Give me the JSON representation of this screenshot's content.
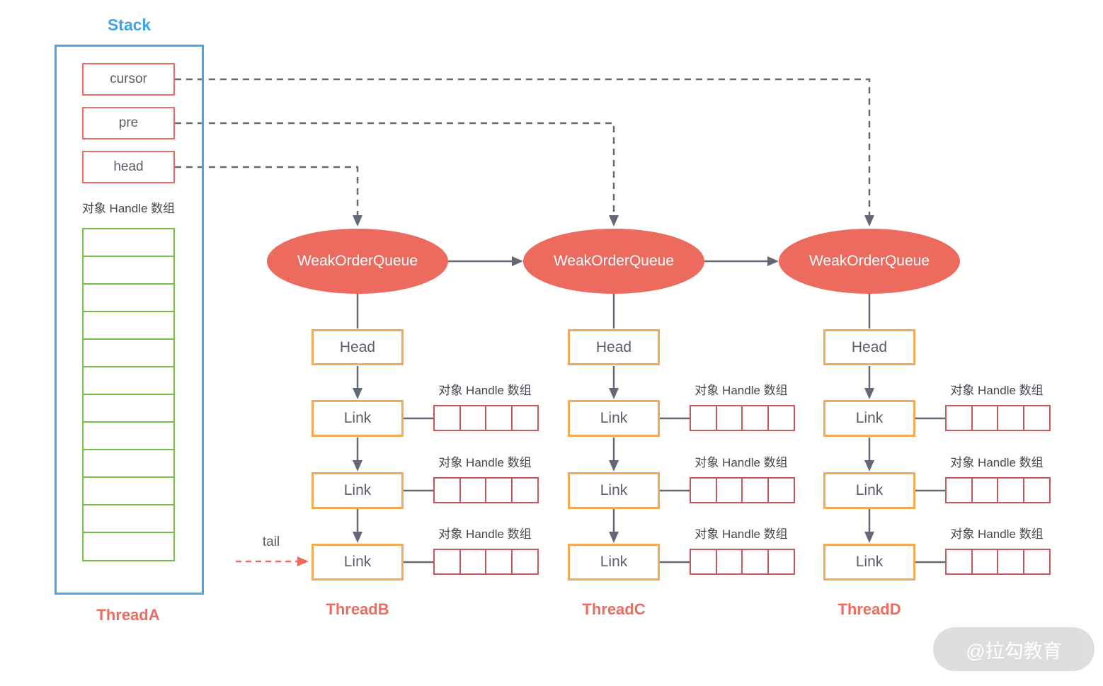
{
  "stack": {
    "title": "Stack",
    "pointers": [
      {
        "label": "cursor"
      },
      {
        "label": "pre"
      },
      {
        "label": "head"
      }
    ],
    "array_label": "对象 Handle 数组",
    "array_cell_count": 12,
    "thread_label": "ThreadA"
  },
  "tail_label": "tail",
  "threads": [
    {
      "name": "ThreadB",
      "queue_label": "WeakOrderQueue",
      "head_label": "Head",
      "links": [
        {
          "label": "Link",
          "array_label": "对象 Handle 数组",
          "cells": 4
        },
        {
          "label": "Link",
          "array_label": "对象 Handle 数组",
          "cells": 4
        },
        {
          "label": "Link",
          "array_label": "对象 Handle 数组",
          "cells": 4
        }
      ]
    },
    {
      "name": "ThreadC",
      "queue_label": "WeakOrderQueue",
      "head_label": "Head",
      "links": [
        {
          "label": "Link",
          "array_label": "对象 Handle 数组",
          "cells": 4
        },
        {
          "label": "Link",
          "array_label": "对象 Handle 数组",
          "cells": 4
        },
        {
          "label": "Link",
          "array_label": "对象 Handle 数组",
          "cells": 4
        }
      ]
    },
    {
      "name": "ThreadD",
      "queue_label": "WeakOrderQueue",
      "head_label": "Head",
      "links": [
        {
          "label": "Link",
          "array_label": "对象 Handle 数组",
          "cells": 4
        },
        {
          "label": "Link",
          "array_label": "对象 Handle 数组",
          "cells": 4
        },
        {
          "label": "Link",
          "array_label": "对象 Handle 数组",
          "cells": 4
        }
      ]
    }
  ],
  "watermark": "@拉勾教育",
  "colors": {
    "stack_blue": "#4BA7E0",
    "title_blue": "#3FA3E8",
    "salmon": "#EE6B5F",
    "ellipse_fill": "#ED6A5E",
    "orange_border": "#F6A954",
    "green_border": "#76C143",
    "handle_array_border": "#C5585E",
    "connector_gray": "#646876",
    "text_gray": "#5A5E6A",
    "label_dark": "#45474E",
    "watermark_bg": "#DBDBDB",
    "watermark_text": "#FFFFFF"
  }
}
